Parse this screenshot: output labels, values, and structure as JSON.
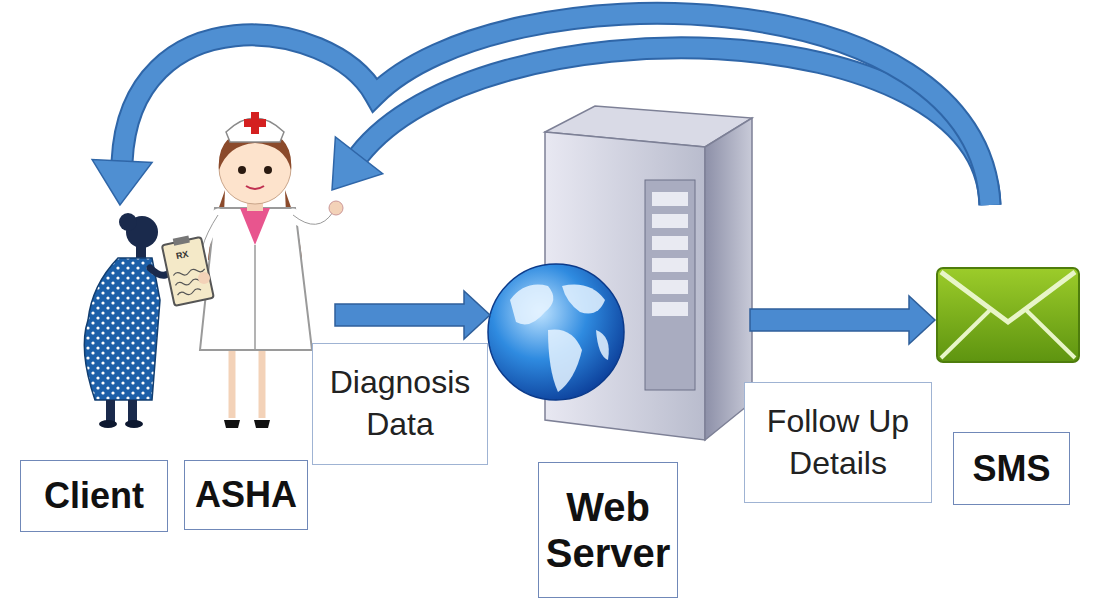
{
  "diagram": {
    "nodes": [
      {
        "text": [
          "Client"
        ]
      },
      {
        "text": [
          "ASHA"
        ]
      },
      {
        "text": [
          "Web Server"
        ]
      },
      {
        "text": [
          "SMS"
        ]
      }
    ],
    "edges": [
      {
        "from": 1,
        "to": 2,
        "arrow": "to",
        "label": "Diagnosis Data"
      },
      {
        "from": 2,
        "to": 3,
        "arrow": "to",
        "label": "Follow Up Details"
      },
      {
        "from": 3,
        "to": 1,
        "arrow": "to"
      },
      {
        "from": 3,
        "to": 0,
        "arrow": "to"
      }
    ],
    "labels": [
      "RX"
    ]
  }
}
